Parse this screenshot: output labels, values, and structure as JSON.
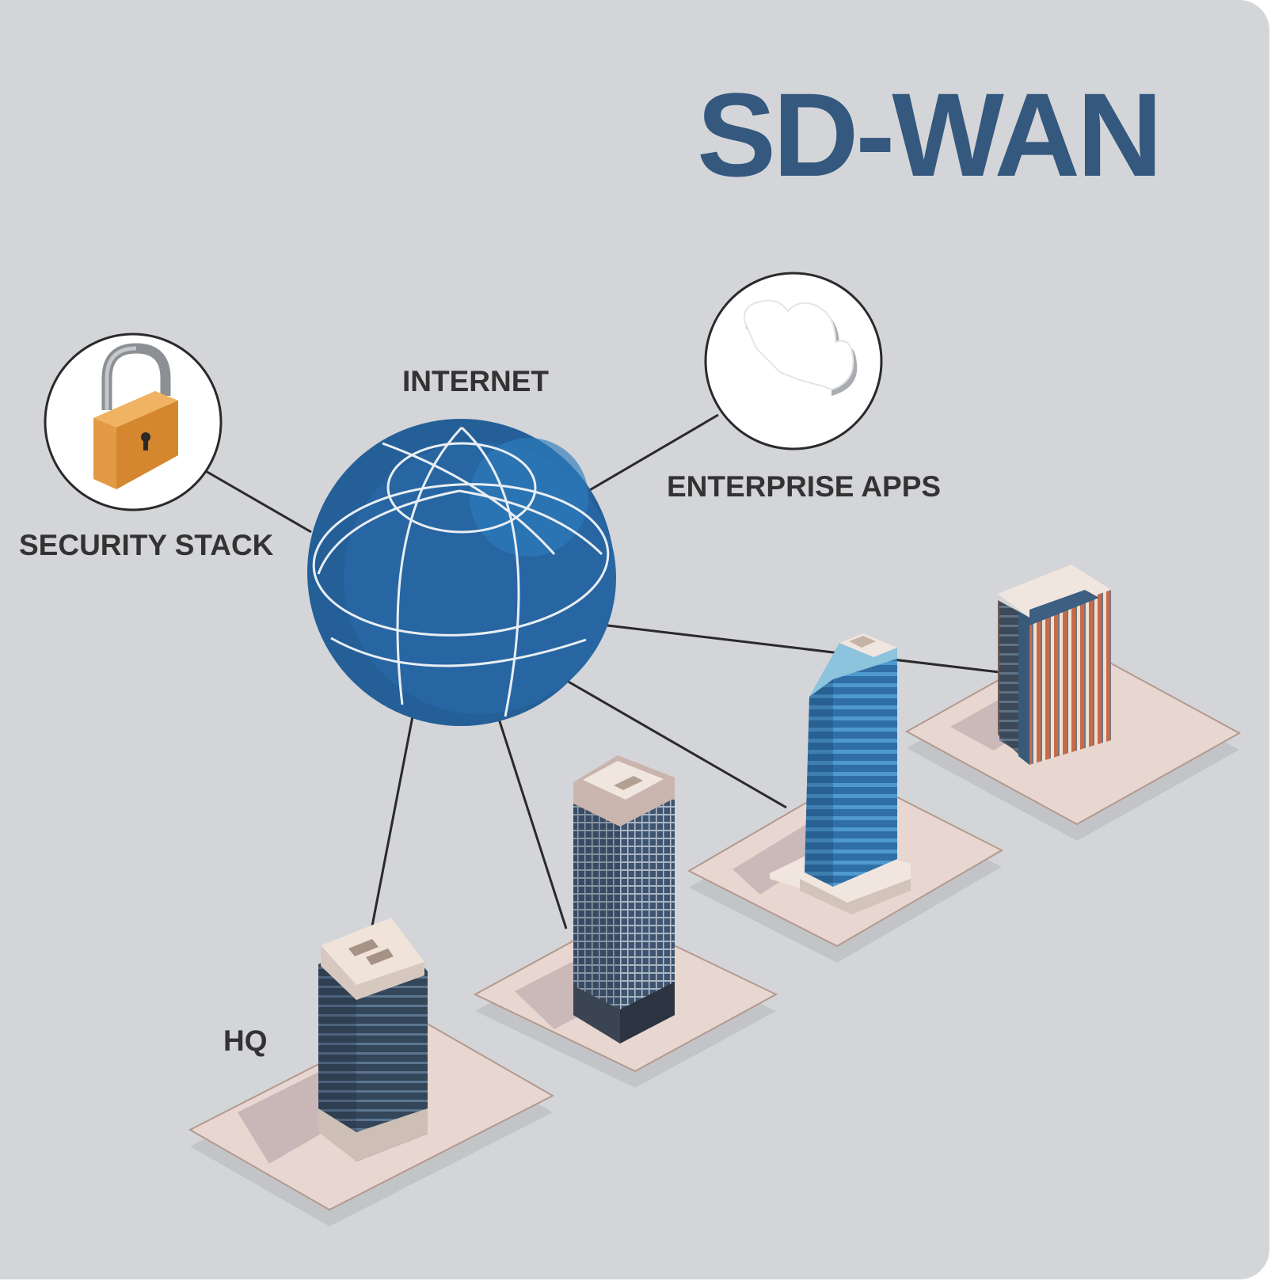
{
  "title": "SD-WAN",
  "labels": {
    "internet": "INTERNET",
    "security_stack": "SECURITY STACK",
    "enterprise_apps": "ENTERPRISE APPS",
    "hq": "HQ"
  },
  "colors": {
    "background": "#d4d5d8",
    "title": "#34587e",
    "label_text": "#333333",
    "globe": "#2563a0",
    "lock_body": "#e39a45",
    "link_line": "#2a2a2a"
  },
  "icons": [
    "globe-icon",
    "padlock-icon",
    "cloud-icon",
    "building-icon"
  ]
}
